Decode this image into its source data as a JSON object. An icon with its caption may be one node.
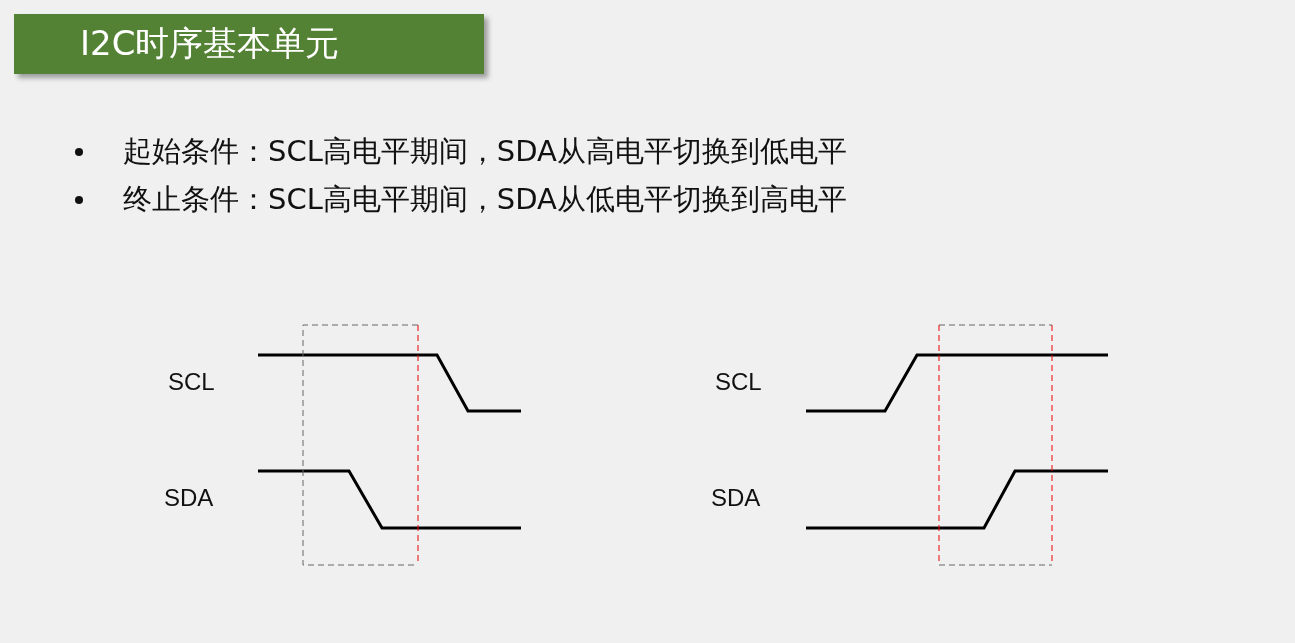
{
  "diagram": {
    "title": "I2C时序基本单元",
    "labels": [
      "起始条件：SCL高电平期间，SDA从高电平切换到低电平",
      "终止条件：SCL高电平期间，SDA从低电平切换到高电平",
      "SCL",
      "SDA",
      "SCL",
      "SDA"
    ]
  }
}
